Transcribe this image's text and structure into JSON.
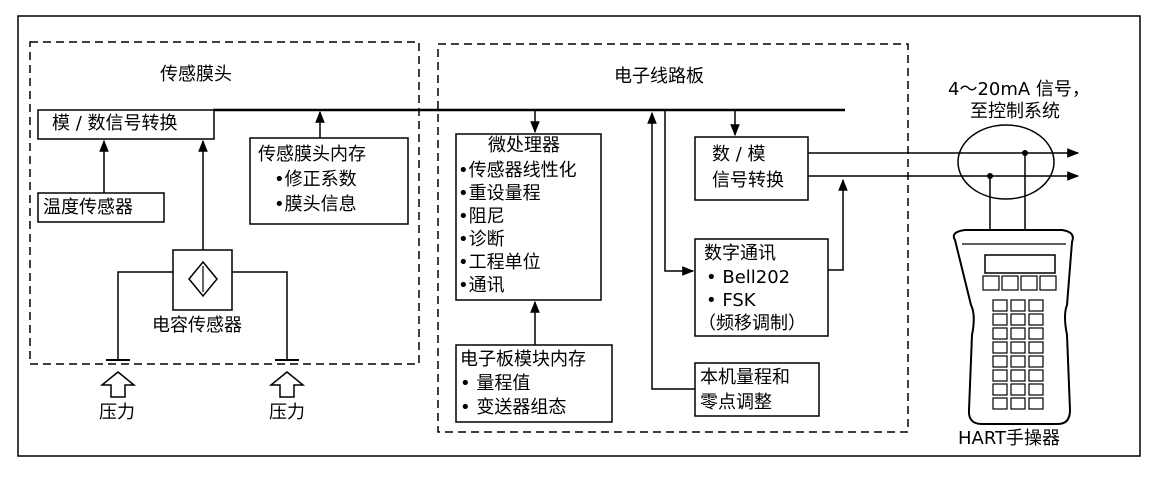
{
  "left_group": {
    "title": "传感膜头",
    "ad_converter": "模 / 数信号转换",
    "temp_sensor": "温度传感器",
    "memory_title": "传感膜头内存",
    "memory_items": [
      "•修正系数",
      "•膜头信息"
    ],
    "cap_sensor": "电容传感器",
    "pressure_left": "压力",
    "pressure_right": "压力"
  },
  "right_group": {
    "title": "电子线路板",
    "cpu_title": "微处理器",
    "cpu_items": [
      "•传感器线性化",
      "•重设量程",
      "•阻尼",
      "•诊断",
      "•工程单位",
      "•通讯"
    ],
    "module_memory_title": "电子板模块内存",
    "module_memory_items": [
      "• 量程值",
      "• 变送器组态"
    ],
    "da_line1": "数 / 模",
    "da_line2": "信号转换",
    "comm_title": "数字通讯",
    "comm_items": [
      "• Bell202",
      "• FSK",
      "（频移调制）"
    ],
    "local_line1": "本机量程和",
    "local_line2": "零点调整"
  },
  "output": {
    "signal_line1": "4～20mA 信号，",
    "signal_line2": "至控制系统"
  },
  "handheld": {
    "label": "HART手操器"
  }
}
